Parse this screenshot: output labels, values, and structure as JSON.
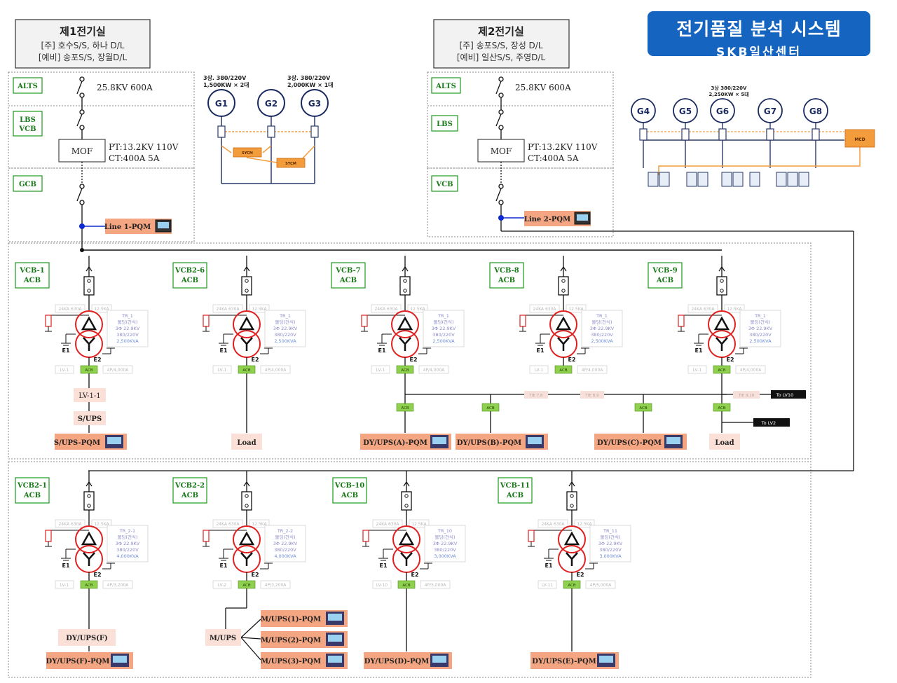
{
  "title": {
    "line1": "전기품질 분석 시스템",
    "line2": "SKB일산센터"
  },
  "rooms": [
    {
      "title": "제1전기실",
      "line1": "[주] 호수S/S, 하나 D/L",
      "line2": "[예비] 송포S/S, 장월D/L"
    },
    {
      "title": "제2전기실",
      "line1": "[주] 송포S/S, 장성 D/L",
      "line2": "[예비] 일산S/S, 주영D/L"
    }
  ],
  "incoming": {
    "room1": {
      "stage1": "ALTS",
      "stage2a": "LBS",
      "stage2b": "VCB",
      "stage3": "GCB",
      "rating": "25.8KV 600A",
      "mof": "MOF",
      "pt": "PT:13.2KV 110V",
      "ct": "CT:400A 5A",
      "pqm": "Line 1-PQM"
    },
    "room2": {
      "stage1": "ALTS",
      "stage2": "LBS",
      "stage3": "VCB",
      "rating": "25.8KV 600A",
      "mof": "MOF",
      "pt": "PT:13.2KV 110V",
      "ct": "CT:400A 5A",
      "pqm": "Line 2-PQM"
    }
  },
  "generators": {
    "group1": {
      "spec1a": "3상. 380/220V",
      "spec1b": "1,500KW × 2대",
      "spec2a": "3상. 380/220V",
      "spec2b": "2,000KW × 1대",
      "units": [
        "G1",
        "G2",
        "G3"
      ],
      "sync": [
        "SYCM",
        "SYCM"
      ]
    },
    "group2": {
      "spec_a": "3상 380/220V",
      "spec_b": "2,250KW × 5대",
      "units": [
        "G4",
        "G5",
        "G6",
        "G7",
        "G8"
      ],
      "mcd": "MCD"
    }
  },
  "feeders_row1": [
    {
      "name1": "VCB-1",
      "name2": "ACB",
      "tr": [
        "TR_1",
        "몰딩(건식)",
        "3Φ 22.9KV",
        "380/220V",
        "2,500KVA"
      ],
      "lv": "LV-1",
      "acb": "ACB",
      "rating": "4P/4,000A",
      "e1": "E1",
      "e2": "E2",
      "lbl1": "24KA 630A",
      "lbl2": "12.5KA"
    },
    {
      "name1": "VCB2-6",
      "name2": "ACB",
      "tr": [
        "TR_1",
        "몰딩(건식)",
        "3Φ 22.9KV",
        "380/220V",
        "2,500KVA"
      ],
      "lv": "LV-1",
      "acb": "ACB",
      "rating": "4P/4,000A",
      "e1": "E1",
      "e2": "E2",
      "lbl1": "24KA 630A",
      "lbl2": "12.5KA"
    },
    {
      "name1": "VCB-7",
      "name2": "ACB",
      "tr": [
        "TR_1",
        "몰딩(건식)",
        "3Φ 22.9KV",
        "380/220V",
        "2,500KVA"
      ],
      "lv": "LV-1",
      "acb": "ACB",
      "rating": "4P/4,000A",
      "e1": "E1",
      "e2": "E2",
      "lbl1": "24KA 630A",
      "lbl2": "12.5KA"
    },
    {
      "name1": "VCB-8",
      "name2": "ACB",
      "tr": [
        "TR_1",
        "몰딩(건식)",
        "3Φ 22.9KV",
        "380/220V",
        "2,500KVA"
      ],
      "lv": "LV-1",
      "acb": "ACB",
      "rating": "4P/4,000A",
      "e1": "E1",
      "e2": "E2",
      "lbl1": "24KA 630A",
      "lbl2": "12.5KA"
    },
    {
      "name1": "VCB-9",
      "name2": "ACB",
      "tr": [
        "TR_1",
        "몰딩(건식)",
        "3Φ 22.9KV",
        "380/220V",
        "2,500KVA"
      ],
      "lv": "LV-1",
      "acb": "ACB",
      "rating": "4P/4,000A",
      "e1": "E1",
      "e2": "E2",
      "lbl1": "24KA 630A",
      "lbl2": "12.5KA"
    }
  ],
  "feeders_row2": [
    {
      "name1": "VCB2-1",
      "name2": "ACB",
      "tr": [
        "TR_2-1",
        "몰딩(건식)",
        "3Φ 22.9KV",
        "380/220V",
        "4,000KVA"
      ],
      "lv": "LV-1",
      "acb": "ACB",
      "rating": "4P/3,200A",
      "e1": "E1",
      "e2": "E2",
      "lbl1": "24KA 630A",
      "lbl2": "12.5KA"
    },
    {
      "name1": "VCB2-2",
      "name2": "ACB",
      "tr": [
        "TR_2-2",
        "몰딩(건식)",
        "3Φ 22.9KV",
        "380/220V",
        "4,000KVA"
      ],
      "lv": "LV-2",
      "acb": "ACB",
      "rating": "4P/3,200A",
      "e1": "E1",
      "e2": "E2",
      "lbl1": "24KA 630A",
      "lbl2": "12.5KA"
    },
    {
      "name1": "VCB-10",
      "name2": "ACB",
      "tr": [
        "TR_10",
        "몰딩(건식)",
        "3Φ 22.9KV",
        "380/220V",
        "3,000KVA"
      ],
      "lv": "LV-10",
      "acb": "ACB",
      "rating": "4P/5,000A",
      "e1": "E1",
      "e2": "E2",
      "lbl1": "24KA 630A",
      "lbl2": "12.5KA"
    },
    {
      "name1": "VCB-11",
      "name2": "ACB",
      "tr": [
        "TR_11",
        "몰딩(건식)",
        "3Φ 22.9KV",
        "380/220V",
        "3,000KVA"
      ],
      "lv": "LV-11",
      "acb": "ACB",
      "rating": "4P/5,000A",
      "e1": "E1",
      "e2": "E2",
      "lbl1": "24KA 630A",
      "lbl2": "12.5KA"
    }
  ],
  "loads": {
    "lv11": "LV-1-1",
    "sups": "S/UPS",
    "sups_pqm": "S/UPS-PQM",
    "load1": "Load",
    "dyups_a": "DY/UPS(A)-PQM",
    "dyups_b": "DY/UPS(B)-PQM",
    "dyups_c": "DY/UPS(C)-PQM",
    "load2": "Load",
    "acb": "ACB",
    "tie78": "TIE 7,8",
    "tie89": "TIE 8,9",
    "tie910": "TIE 9,10",
    "to_lv10": "To LV10",
    "to_lv2": "To LV2",
    "dyups_f": "DY/UPS(F)",
    "dyups_f_pqm": "DY/UPS(F)-PQM",
    "mups": "M/UPS",
    "mups1": "M/UPS(1)-PQM",
    "mups2": "M/UPS(2)-PQM",
    "mups3": "M/UPS(3)-PQM",
    "dyups_d": "DY/UPS(D)-PQM",
    "dyups_e": "DY/UPS(E)-PQM"
  },
  "colors": {
    "accent_orange": "#f4a582",
    "sync_orange": "#f39c3c",
    "title_blue": "#1565c0",
    "label_green": "#1a7a1a",
    "acb_green": "#8fd14f",
    "transformer_red": "#e02020",
    "bus_blue": "#0d2bd0"
  }
}
